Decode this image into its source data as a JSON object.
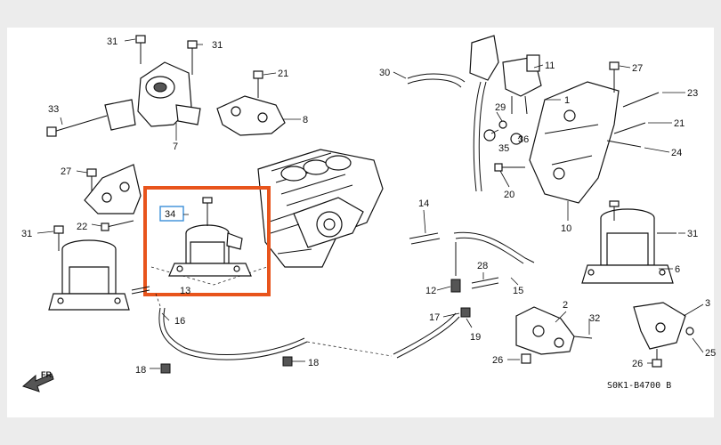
{
  "diagram": {
    "code": "S0K1-B4700 B",
    "direction": "FR.",
    "highlight_color": "#e8541c",
    "highlight_label": "34",
    "callouts": [
      "31",
      "31",
      "21",
      "33",
      "7",
      "8",
      "27",
      "22",
      "31",
      "13",
      "16",
      "18",
      "18",
      "30",
      "11",
      "29",
      "1",
      "35",
      "36",
      "20",
      "14",
      "28",
      "12",
      "15",
      "17",
      "19",
      "2",
      "32",
      "26",
      "10",
      "27",
      "23",
      "21",
      "24",
      "31",
      "6",
      "3",
      "25",
      "26"
    ]
  }
}
